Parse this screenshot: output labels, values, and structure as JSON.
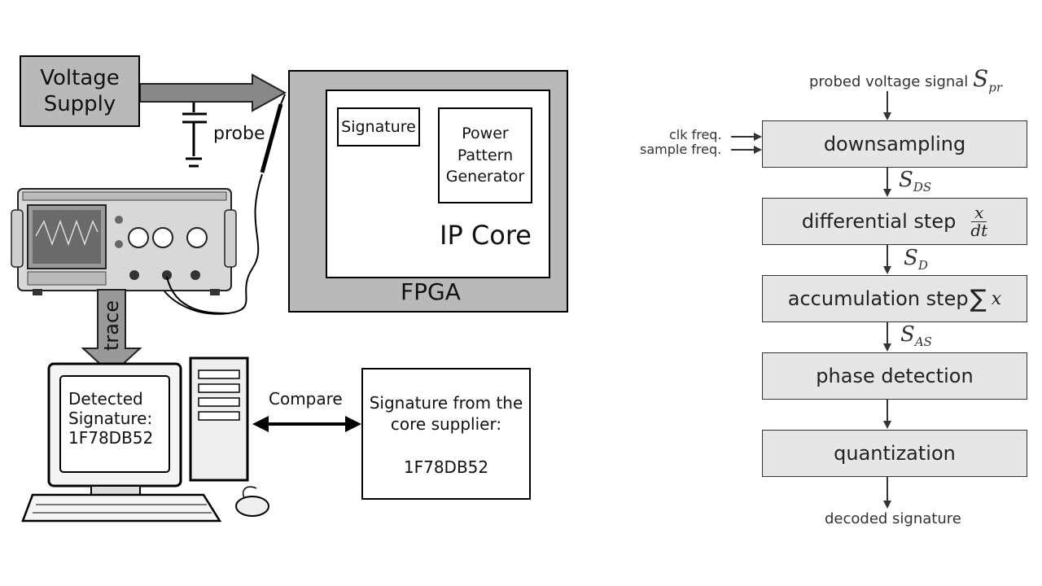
{
  "left": {
    "voltage_supply": "Voltage Supply",
    "probe": "probe",
    "fpga": "FPGA",
    "ip_core": "IP Core",
    "signature": "Signature",
    "power_pattern_generator": "Power Pattern Generator",
    "trace": "trace",
    "detected_signature": "Detected Signature: 1F78DB52",
    "compare": "Compare",
    "supplier_signature_label": "Signature from the core supplier:",
    "supplier_signature_value": "1F78DB52"
  },
  "right": {
    "input_label": "probed voltage signal",
    "input_symbol": "S",
    "input_sub": "pr",
    "clk_freq": "clk freq.",
    "sample_freq": "sample freq.",
    "steps": {
      "downsampling": "downsampling",
      "differential": "differential step",
      "accumulation": "accumulation step",
      "phase": "phase detection",
      "quantization": "quantization"
    },
    "diff_num": "x",
    "diff_den": "dt",
    "sum_sign": "∑",
    "sum_var": "x",
    "signals": [
      {
        "symbol": "S",
        "sub": "DS"
      },
      {
        "symbol": "S",
        "sub": "D"
      },
      {
        "symbol": "S",
        "sub": "AS"
      }
    ],
    "output_label": "decoded signature"
  },
  "colors": {
    "box_grey": "#b9b9b9",
    "flow_fill": "#e6e6e6"
  }
}
